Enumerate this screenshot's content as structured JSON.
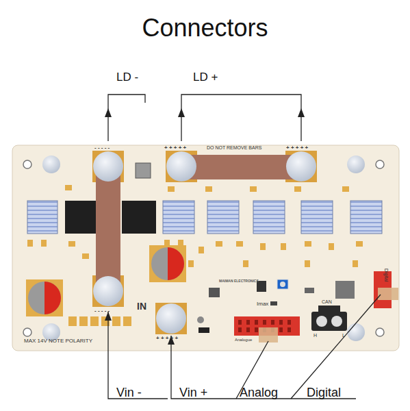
{
  "diagram": {
    "title": "Connectors",
    "labels": [
      "LD -",
      "LD +",
      "- - - - -",
      "+ + + + +",
      "DO NOT REMOVE BARS",
      "+ + + + +",
      "IN",
      "- - - - -",
      "+ + + + +",
      "MAX 14V NOTE POLARITY",
      "MAIMAN ELECTRONICS",
      "Imax",
      "Analogue",
      "CAN",
      "H",
      "L",
      "Digital",
      "Vin -",
      "Vin +",
      "Analog",
      "Digital"
    ]
  }
}
